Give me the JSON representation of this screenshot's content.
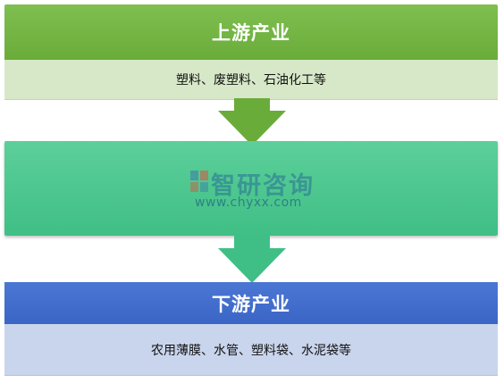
{
  "upstream": {
    "title": "上游产业",
    "items": "塑料、废塑料、石油化工等"
  },
  "midstream": {
    "title": ""
  },
  "downstream": {
    "title": "下游产业",
    "items": "农用薄膜、水管、塑料袋、水泥袋等"
  },
  "watermark": {
    "name": "智研咨询",
    "url": "www.chyxx.com"
  },
  "colors": {
    "upstream_title_bg": "#6aac3a",
    "upstream_items_bg": "#d7e8c8",
    "midstream_bg": "#3fbf85",
    "downstream_title_bg": "#3a65c6",
    "downstream_items_bg": "#c9d5ec",
    "arrow_1": "#6aac3a",
    "arrow_2": "#3fbf85"
  },
  "icons": {
    "arrow_1": "down-arrow-icon",
    "arrow_2": "down-arrow-icon",
    "watermark_logo": "chyxx-logo-icon"
  }
}
